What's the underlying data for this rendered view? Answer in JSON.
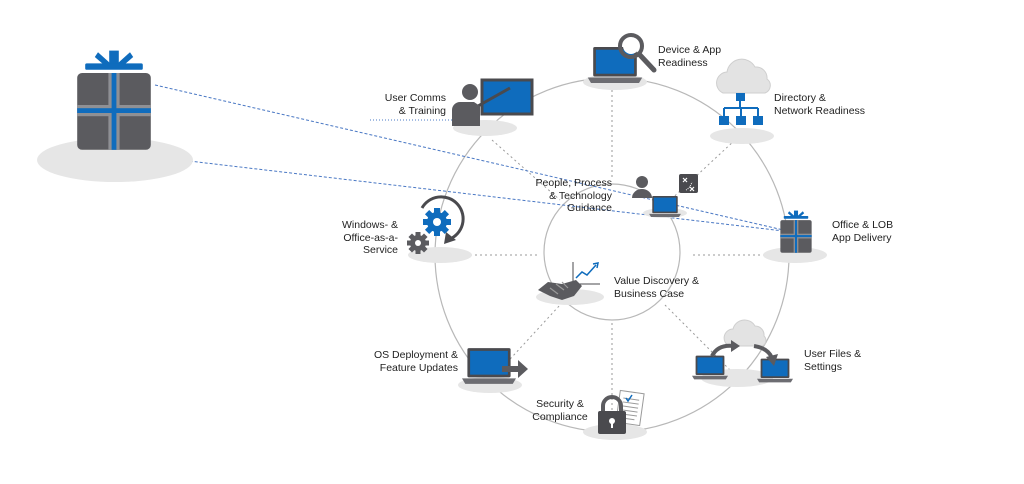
{
  "colors": {
    "accent": "#0f6cbd",
    "dark": "#5b5b5f",
    "mid": "#8c8c8c",
    "shadow": "#e6e6e6",
    "ring": "#b8b8b8",
    "dots": "#9a9a9a",
    "dash": "#4a78c4"
  },
  "labels": {
    "device_app": "Device & App\nReadiness",
    "directory_network": "Directory &\nNetwork Readiness",
    "office_lob": "Office & LOB\nApp Delivery",
    "user_files": "User Files &\nSettings",
    "security": "Security &\nCompliance",
    "os_deployment": "OS Deployment &\nFeature Updates",
    "windows_office": "Windows- &\nOffice-as-a-\nService",
    "user_comms": "User Comms\n& Training",
    "people_process": "People, Process\n& Technology\nGuidance",
    "value_discovery": "Value Discovery &\nBusiness Case"
  },
  "icons": {
    "gift_large": "gift-box-icon",
    "device_app": "laptop-magnifier-icon",
    "directory_network": "cloud-network-icon",
    "office_lob": "gift-box-icon",
    "user_files": "laptops-cloud-sync-icon",
    "security": "padlock-document-icon",
    "os_deployment": "laptop-arrow-icon",
    "windows_office": "gears-refresh-icon",
    "user_comms": "presenter-screen-icon",
    "people_process": "person-laptop-flow-icon",
    "value_discovery": "handshake-chart-icon"
  }
}
